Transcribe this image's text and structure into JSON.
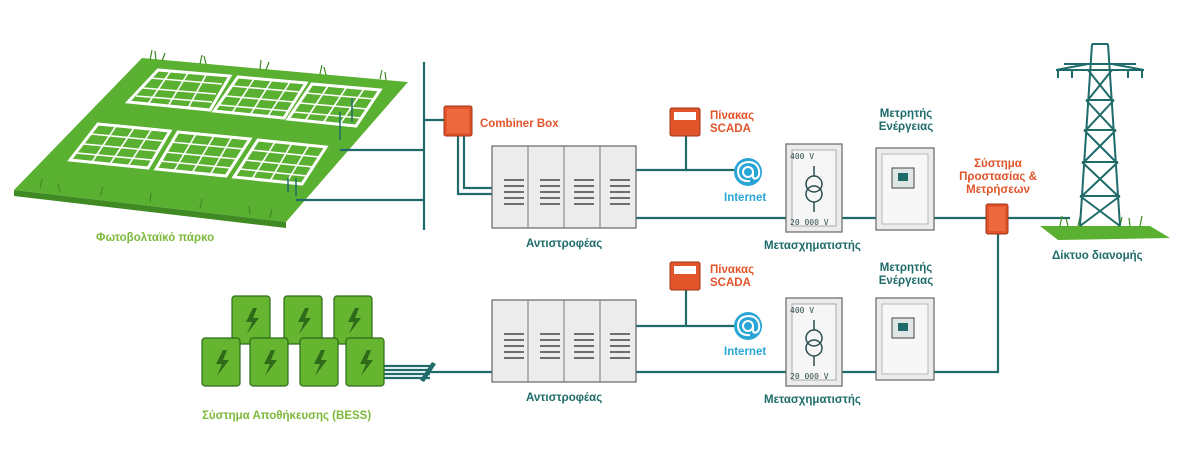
{
  "labels": {
    "pv_park": "Φωτοβολταϊκό πάρκο",
    "combiner_box": "Combiner Box",
    "scada_top_line1": "Πίνακας",
    "scada_top_line2": "SCADA",
    "scada_bottom_line1": "Πίνακας",
    "scada_bottom_line2": "SCADA",
    "internet_top": "Internet",
    "internet_bottom": "Internet",
    "inverter_top": "Αντιστροφέας",
    "inverter_bottom": "Αντιστροφέας",
    "transformer_top": "Μετασχηματιστής",
    "transformer_bottom": "Μετασχηματιστής",
    "meter_top_line1": "Μετρητής",
    "meter_top_line2": "Ενέργειας",
    "meter_bottom_line1": "Μετρητής",
    "meter_bottom_line2": "Ενέργειας",
    "protection_line1": "Σύστημα",
    "protection_line2": "Προστασίας &",
    "protection_line3": "Μετρήσεων",
    "grid": "Δίκτυο διανομής",
    "bess": "Σύστημα Αποθήκευσης (BESS)"
  },
  "transformer_voltages": {
    "high": "400 V",
    "low": "20 000 V"
  },
  "icons": {
    "internet": "at-sign-icon",
    "battery": "lightning-bolt-icon",
    "tower": "transmission-tower-icon"
  },
  "colors": {
    "green": "#7cb93a",
    "teal": "#1e6b6a",
    "orange": "#e2542a",
    "blue": "#2aa6d6"
  }
}
